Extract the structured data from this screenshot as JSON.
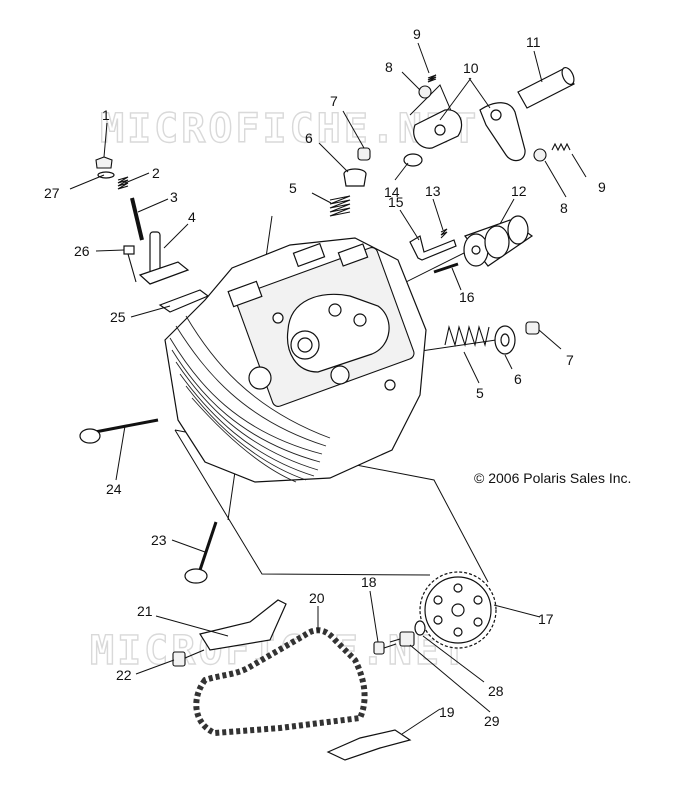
{
  "watermark_text": "MICROFICHE.NET",
  "copyright": "© 2006 Polaris Sales Inc.",
  "part_labels": [
    {
      "id": "label-1",
      "text": "1"
    },
    {
      "id": "label-2",
      "text": "2"
    },
    {
      "id": "label-3",
      "text": "3"
    },
    {
      "id": "label-4",
      "text": "4"
    },
    {
      "id": "label-5a",
      "text": "5"
    },
    {
      "id": "label-5b",
      "text": "5"
    },
    {
      "id": "label-6a",
      "text": "6"
    },
    {
      "id": "label-6b",
      "text": "6"
    },
    {
      "id": "label-7a",
      "text": "7"
    },
    {
      "id": "label-7b",
      "text": "7"
    },
    {
      "id": "label-8a",
      "text": "8"
    },
    {
      "id": "label-8b",
      "text": "8"
    },
    {
      "id": "label-9a",
      "text": "9"
    },
    {
      "id": "label-9b",
      "text": "9"
    },
    {
      "id": "label-10",
      "text": "10"
    },
    {
      "id": "label-11",
      "text": "11"
    },
    {
      "id": "label-12",
      "text": "12"
    },
    {
      "id": "label-13",
      "text": "13"
    },
    {
      "id": "label-14",
      "text": "14"
    },
    {
      "id": "label-15",
      "text": "15"
    },
    {
      "id": "label-16",
      "text": "16"
    },
    {
      "id": "label-17",
      "text": "17"
    },
    {
      "id": "label-18",
      "text": "18"
    },
    {
      "id": "label-19",
      "text": "19"
    },
    {
      "id": "label-20",
      "text": "20"
    },
    {
      "id": "label-21",
      "text": "21"
    },
    {
      "id": "label-22",
      "text": "22"
    },
    {
      "id": "label-23",
      "text": "23"
    },
    {
      "id": "label-24",
      "text": "24"
    },
    {
      "id": "label-25",
      "text": "25"
    },
    {
      "id": "label-26",
      "text": "26"
    },
    {
      "id": "label-27",
      "text": "27"
    },
    {
      "id": "label-28",
      "text": "28"
    },
    {
      "id": "label-29",
      "text": "29"
    }
  ]
}
